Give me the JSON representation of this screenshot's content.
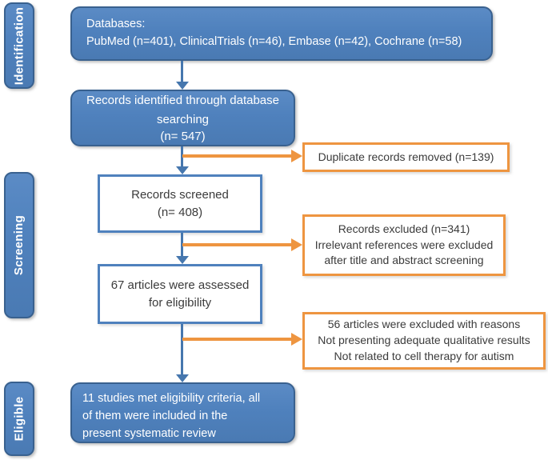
{
  "diagram": {
    "type": "prisma-flowchart",
    "palette": {
      "blue_fill": "#4F81BD",
      "blue_border": "#39618F",
      "blue_arrow": "#4677AE",
      "orange": "#EE9540",
      "dark_text": "#3B3B3B",
      "white_text": "#FFFFFF"
    }
  },
  "stage_labels": {
    "identification": "Identification",
    "screening": "Screening",
    "eligible": "Eligible"
  },
  "boxes": {
    "databases": {
      "lines": [
        "Databases:",
        "PubMed (n=401), ClinicalTrials (n=46), Embase (n=42), Cochrane (n=58)"
      ]
    },
    "records_identified": {
      "lines": [
        "Records identified through database",
        "searching",
        "(n= 547)"
      ]
    },
    "duplicates_removed": {
      "lines": [
        "Duplicate records removed (n=139)"
      ]
    },
    "records_screened": {
      "lines": [
        "Records screened",
        "(n= 408)"
      ]
    },
    "records_excluded": {
      "lines": [
        "Records excluded (n=341)",
        "Irrelevant references were excluded",
        "after title and abstract screening"
      ]
    },
    "assessed_for_eligibility": {
      "lines": [
        "67 articles were assessed",
        "for eligibility"
      ]
    },
    "excluded_with_reasons": {
      "lines": [
        "56 articles were excluded with reasons",
        "Not presenting adequate qualitative results",
        "Not related to cell therapy for autism"
      ]
    },
    "included_studies": {
      "lines": [
        "11 studies met eligibility criteria, all",
        "of them were included in the",
        "present systematic review"
      ]
    }
  }
}
